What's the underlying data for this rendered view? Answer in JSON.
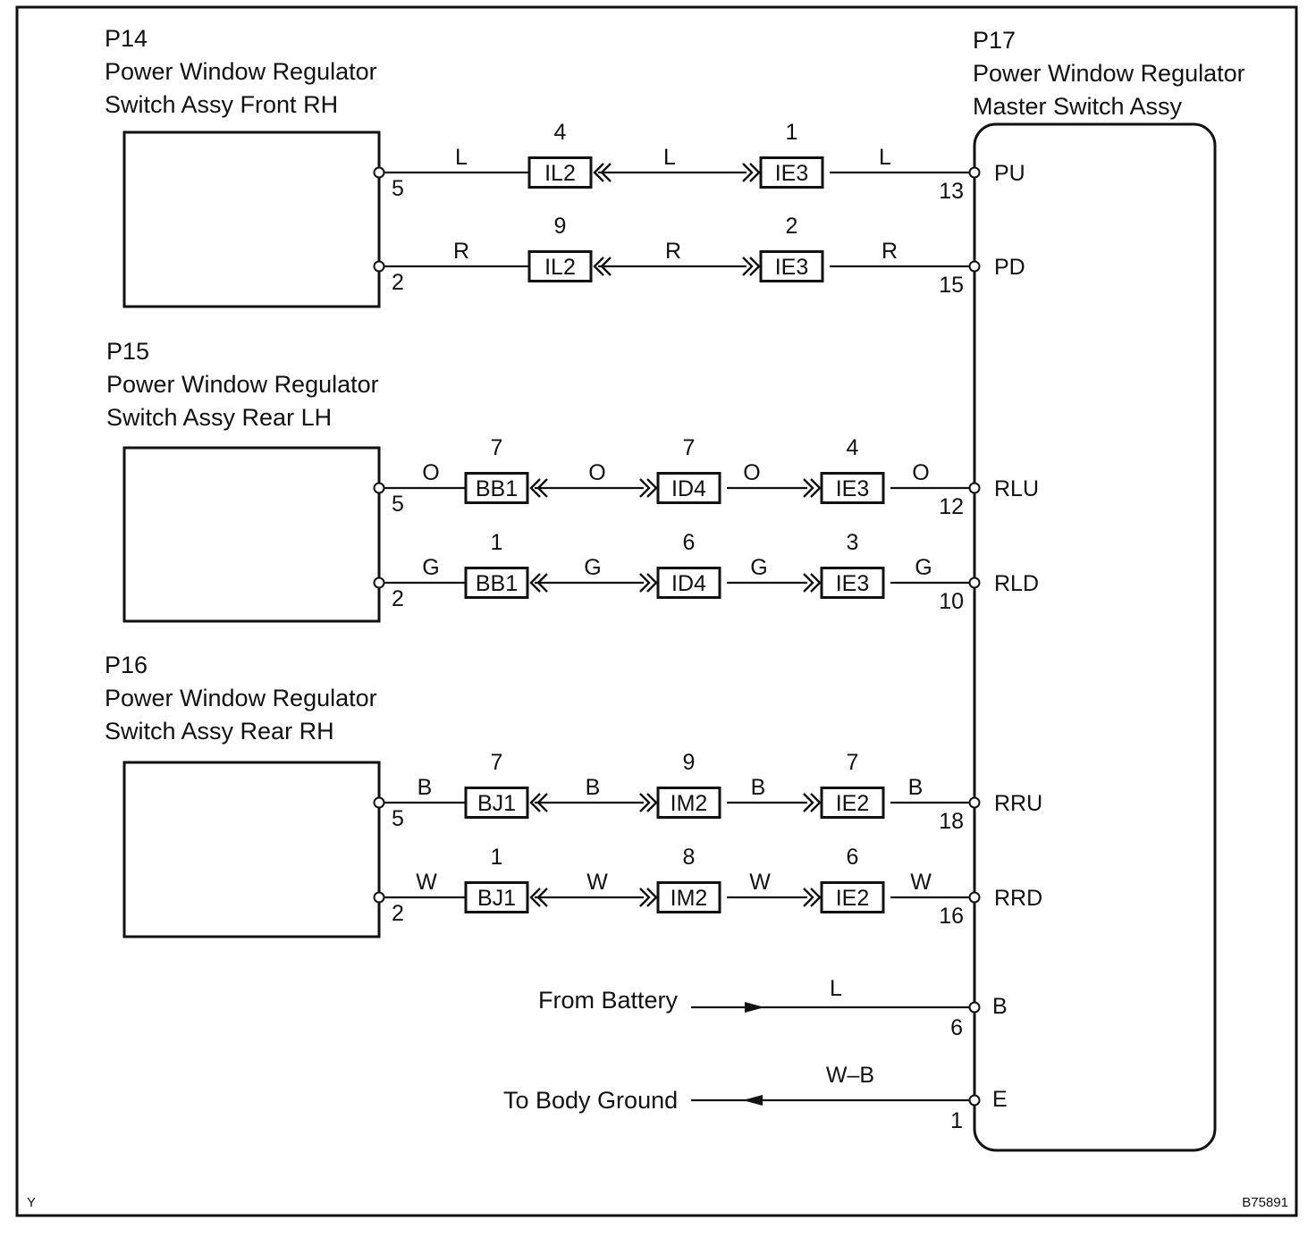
{
  "components": {
    "p14": {
      "code": "P14",
      "line1": "Power Window Regulator",
      "line2": "Switch Assy Front RH"
    },
    "p15": {
      "code": "P15",
      "line1": "Power Window Regulator",
      "line2": "Switch Assy Rear LH"
    },
    "p16": {
      "code": "P16",
      "line1": "Power Window Regulator",
      "line2": "Switch Assy Rear RH"
    },
    "p17": {
      "code": "P17",
      "line1": "Power Window Regulator",
      "line2": "Master Switch Assy"
    }
  },
  "wires": [
    {
      "id": "pu",
      "left_pin": "5",
      "right_pin": "13",
      "terminal": "PU",
      "colors": [
        "L",
        "L",
        "L"
      ],
      "connectors": [
        {
          "name": "IL2",
          "pin": "4"
        },
        {
          "name": "IE3",
          "pin": "1"
        }
      ]
    },
    {
      "id": "pd",
      "left_pin": "2",
      "right_pin": "15",
      "terminal": "PD",
      "colors": [
        "R",
        "R",
        "R"
      ],
      "connectors": [
        {
          "name": "IL2",
          "pin": "9"
        },
        {
          "name": "IE3",
          "pin": "2"
        }
      ]
    },
    {
      "id": "rlu",
      "left_pin": "5",
      "right_pin": "12",
      "terminal": "RLU",
      "colors": [
        "O",
        "O",
        "O",
        "O"
      ],
      "connectors": [
        {
          "name": "BB1",
          "pin": "7"
        },
        {
          "name": "ID4",
          "pin": "7"
        },
        {
          "name": "IE3",
          "pin": "4"
        }
      ]
    },
    {
      "id": "rld",
      "left_pin": "2",
      "right_pin": "10",
      "terminal": "RLD",
      "colors": [
        "G",
        "G",
        "G",
        "G"
      ],
      "connectors": [
        {
          "name": "BB1",
          "pin": "1"
        },
        {
          "name": "ID4",
          "pin": "6"
        },
        {
          "name": "IE3",
          "pin": "3"
        }
      ]
    },
    {
      "id": "rru",
      "left_pin": "5",
      "right_pin": "18",
      "terminal": "RRU",
      "colors": [
        "B",
        "B",
        "B",
        "B"
      ],
      "connectors": [
        {
          "name": "BJ1",
          "pin": "7"
        },
        {
          "name": "IM2",
          "pin": "9"
        },
        {
          "name": "IE2",
          "pin": "7"
        }
      ]
    },
    {
      "id": "rrd",
      "left_pin": "2",
      "right_pin": "16",
      "terminal": "RRD",
      "colors": [
        "W",
        "W",
        "W",
        "W"
      ],
      "connectors": [
        {
          "name": "BJ1",
          "pin": "1"
        },
        {
          "name": "IM2",
          "pin": "8"
        },
        {
          "name": "IE2",
          "pin": "6"
        }
      ]
    }
  ],
  "power": {
    "label": "From Battery",
    "color": "L",
    "pin": "6",
    "terminal": "B"
  },
  "ground": {
    "label": "To Body Ground",
    "color": "W–B",
    "pin": "1",
    "terminal": "E"
  },
  "footer": {
    "left": "Y",
    "right": "B75891"
  }
}
